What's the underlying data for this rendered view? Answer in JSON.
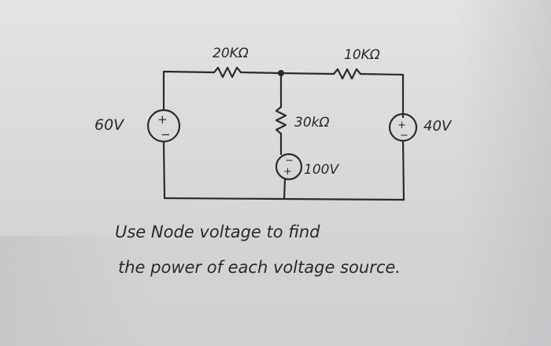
{
  "circuit": {
    "resistor_left_label": "20KΩ",
    "resistor_right_label": "10KΩ",
    "resistor_middle_label": "30kΩ",
    "source_left_label": "60V",
    "source_right_label": "40V",
    "source_middle_label": "100V",
    "polarity_plus": "+",
    "polarity_minus": "−"
  },
  "question": {
    "line1": "Use Node voltage to find",
    "line2": "the power of each voltage source."
  },
  "colors": {
    "paper": "#dcdcde",
    "ink": "#2b2b2e"
  }
}
